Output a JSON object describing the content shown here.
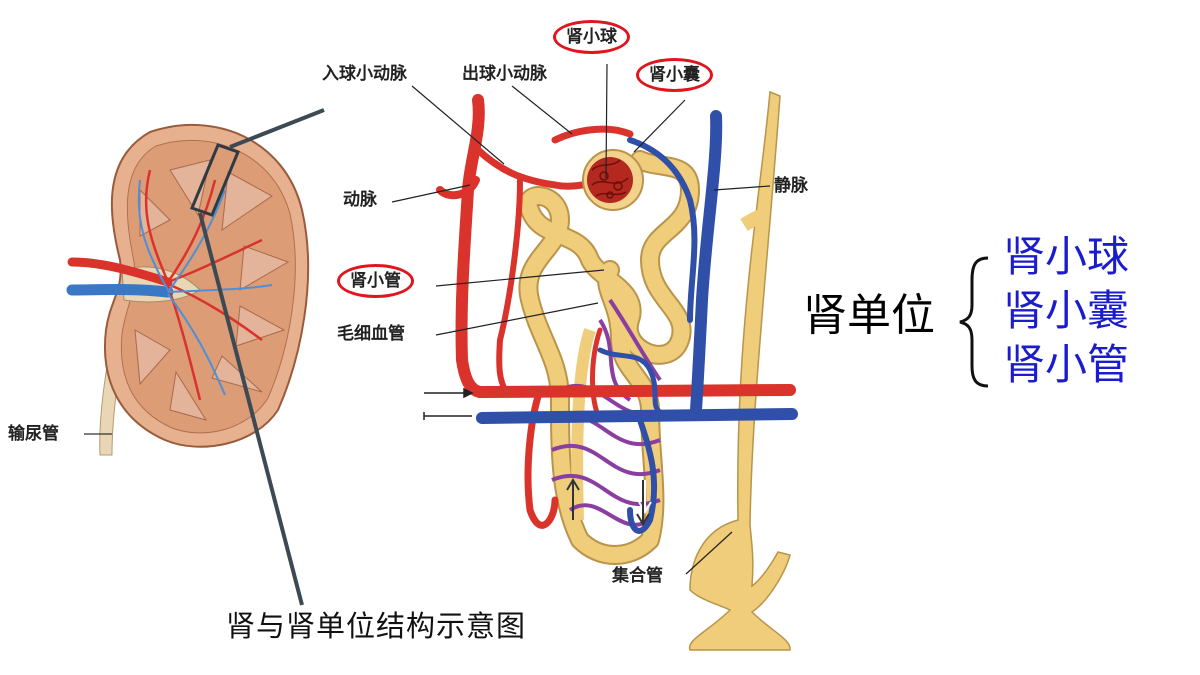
{
  "labels": {
    "afferent_arteriole": "入球小动脉",
    "efferent_arteriole": "出球小动脉",
    "renal_corpuscle": "肾小球",
    "bowman_capsule": "肾小囊",
    "artery": "动脉",
    "vein": "静脉",
    "renal_tubule": "肾小管",
    "capillary": "毛细血管",
    "ureter": "输尿管",
    "collecting_duct": "集合管"
  },
  "caption": "肾与肾单位结构示意图",
  "summary": {
    "title": "肾单位",
    "parts": [
      "肾小球",
      "肾小囊",
      "肾小管"
    ]
  },
  "colors": {
    "artery": "#d9332c",
    "vein": "#2f4fa8",
    "tubule": "#efcd7a",
    "kidney": "#dfa27c",
    "highlight_circle": "#e0161d",
    "parts_text": "#1b1dcc"
  }
}
